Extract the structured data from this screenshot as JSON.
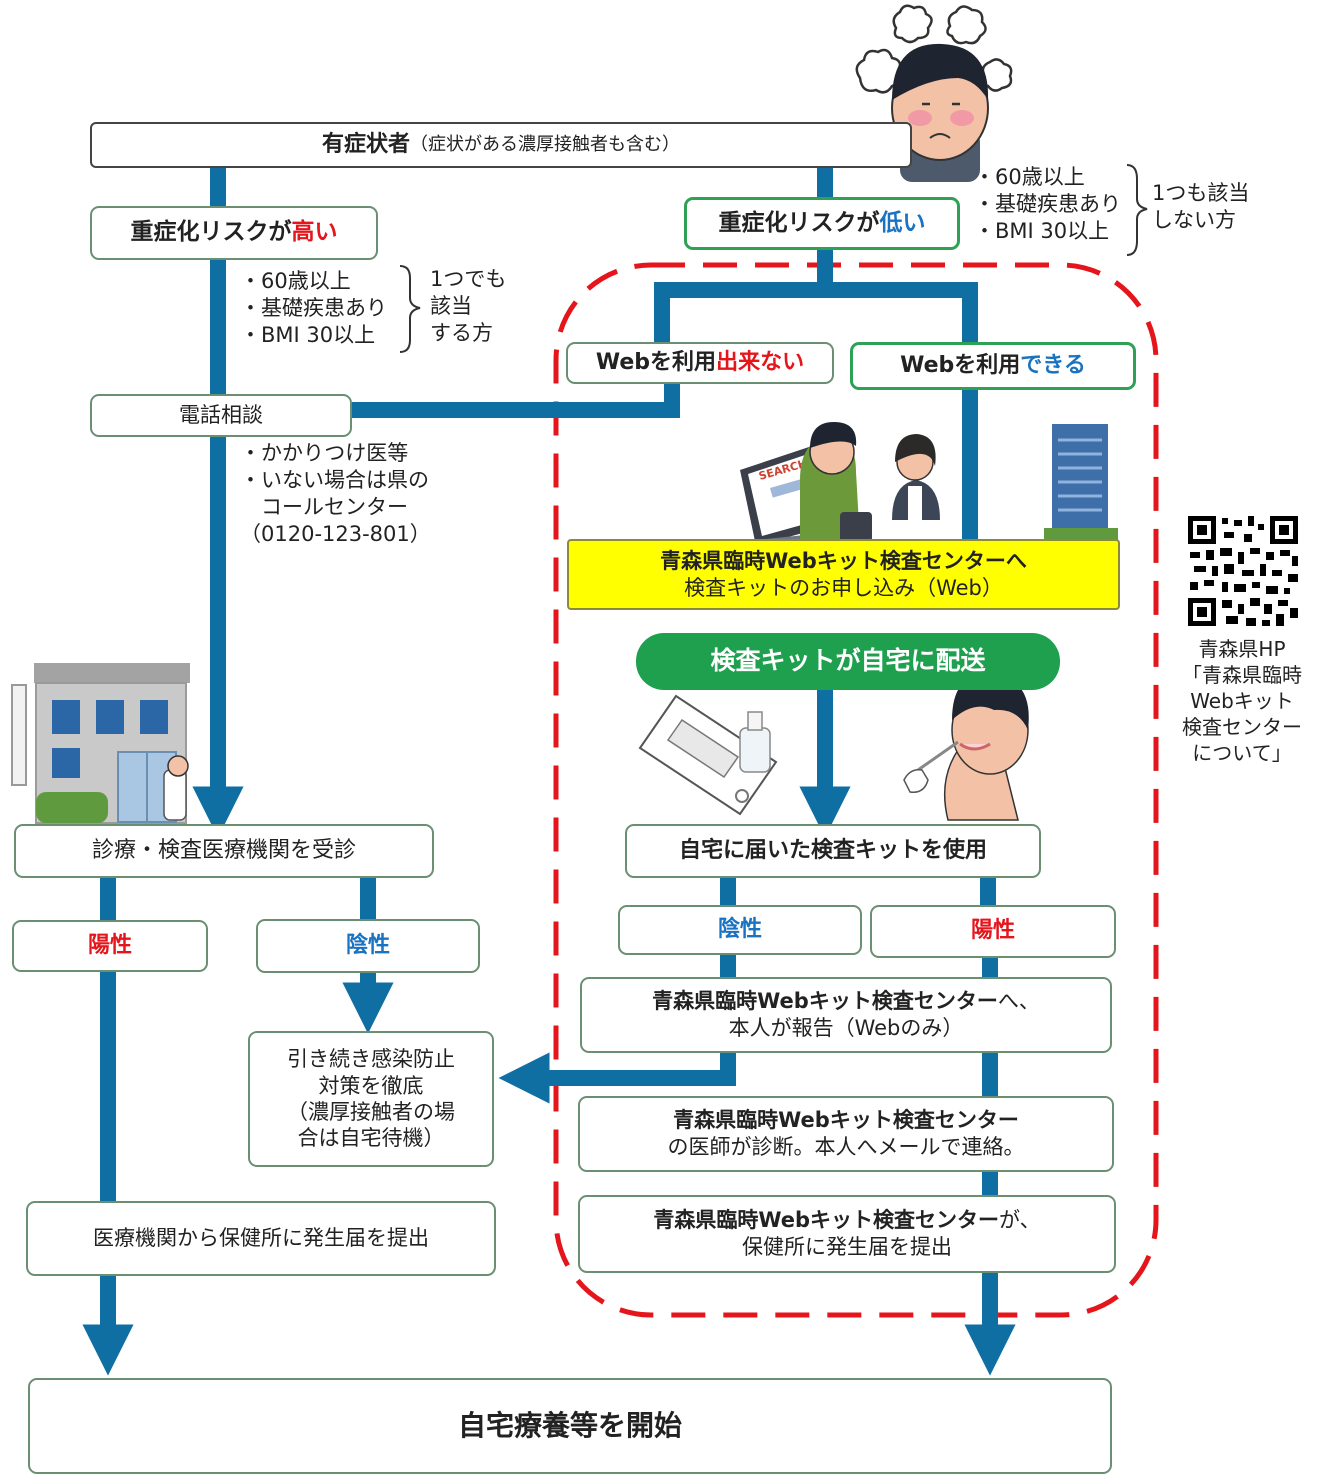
{
  "top": {
    "title": "有症状者",
    "note": "（症状がある濃厚接触者も含む）"
  },
  "left": {
    "risk_high": {
      "prefix": "重症化リスクが",
      "emph": "高い"
    },
    "criteria": [
      "・60歳以上",
      "・基礎疾患あり",
      "・BMI 30以上"
    ],
    "criteria_note": [
      "1つでも",
      "該当",
      "する方"
    ],
    "phone": "電話相談",
    "phone_notes": [
      "・かかりつけ医等",
      "・いない場合は県の",
      "　コールセンター",
      "（0120-123-801）"
    ],
    "clinic": "診療・検査医療機関を受診",
    "positive": "陽性",
    "negative": "陰性",
    "report": "医療機関から保健所に発生届を提出"
  },
  "right": {
    "risk_low": {
      "prefix": "重症化リスクが",
      "emph": "低い"
    },
    "criteria": [
      "・60歳以上",
      "・基礎疾患あり",
      "・BMI 30以上"
    ],
    "criteria_note": [
      "1つも該当",
      "しない方"
    ],
    "web_no": {
      "prefix": "Webを利用",
      "emph": "出来ない"
    },
    "web_yes": {
      "prefix": "Webを利用",
      "emph": "できる"
    },
    "apply": {
      "line1": "青森県臨時Webキット検査センターへ",
      "line2": "検査キットのお申し込み（Web）"
    },
    "delivery": "検査キットが自宅に配送",
    "use_kit": "自宅に届いた検査キットを使用",
    "negative": "陰性",
    "positive": "陽性",
    "report_self": {
      "line1a": "青森県臨時Webキット検査センター",
      "line1b": "へ、",
      "line2": "本人が報告（Webのみ）"
    },
    "diagnosis": {
      "line1": "青森県臨時Webキット検査センター",
      "line2": "の医師が診断。本人へメールで連絡。"
    },
    "notify": {
      "line1a": "青森県臨時Webキット検査センター",
      "line1b": "が、",
      "line2": "保健所に発生届を提出"
    }
  },
  "middle": {
    "continue": [
      "引き続き感染防止",
      "対策を徹底",
      "（濃厚接触者の場",
      "合は自宅待機）"
    ]
  },
  "qr": {
    "caption": [
      "青森県HP",
      "「青森県臨時",
      "Webキット",
      "検査センター",
      "について」"
    ]
  },
  "bottom": {
    "start": "自宅療養等を開始"
  },
  "colors": {
    "arrow": "#0f6fa3",
    "dash": "#e4151b",
    "box_border": "#6b8f72",
    "green": "#1fa04f",
    "yellow": "#ffff00"
  }
}
